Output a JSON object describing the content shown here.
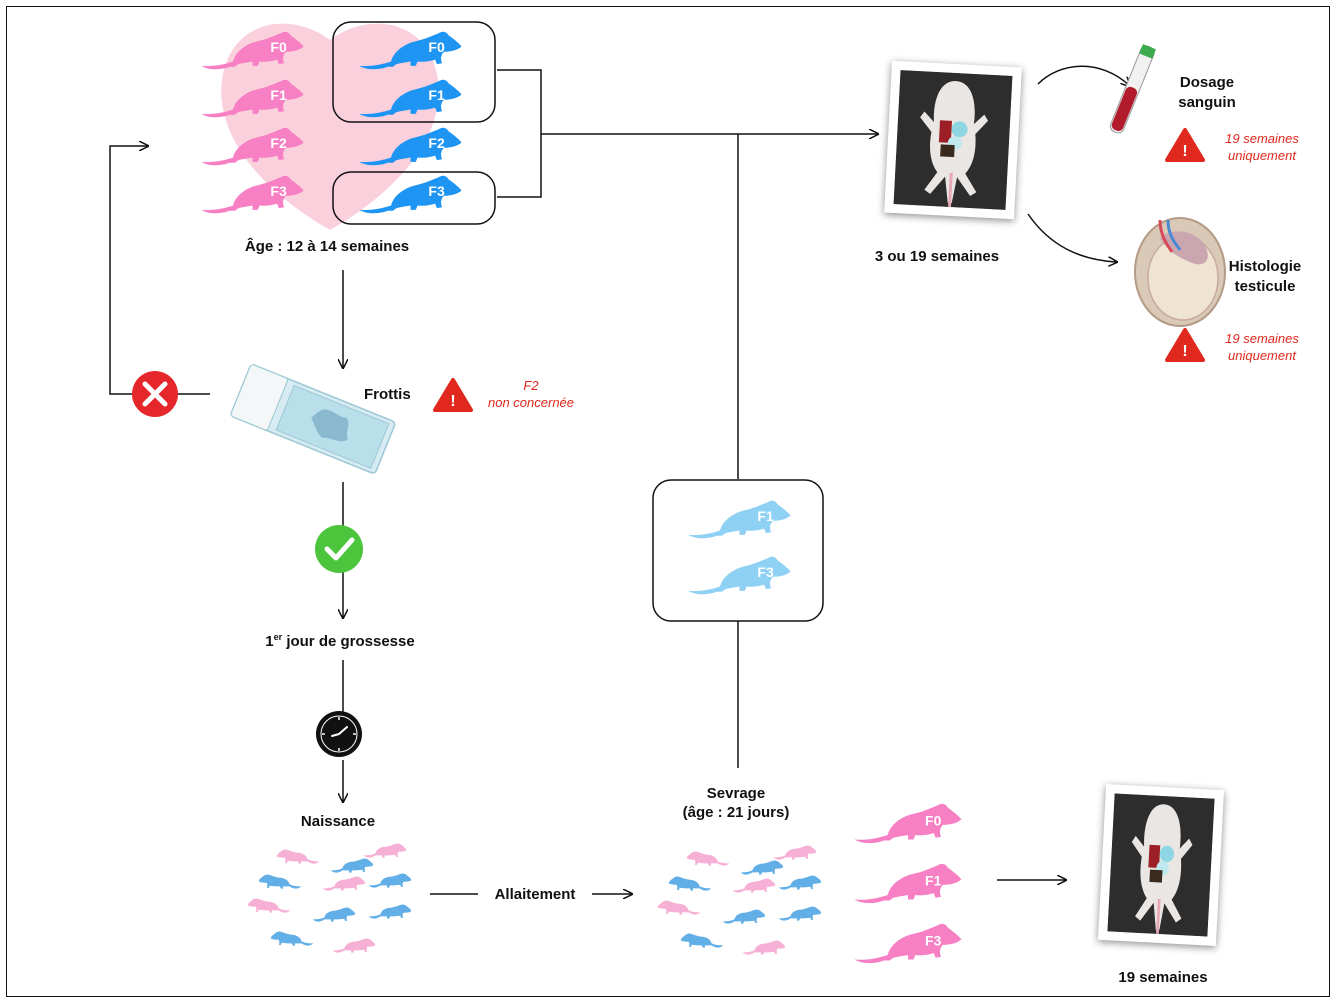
{
  "females": [
    "F0",
    "F1",
    "F2",
    "F3"
  ],
  "males": [
    "F0",
    "F1",
    "F2",
    "F3"
  ],
  "weaned_males": [
    "F1",
    "F3"
  ],
  "weaned_females": [
    "F0",
    "F1",
    "F3"
  ],
  "labels": {
    "age_mating": "Âge : 12 à 14 semaines",
    "smear": "Frottis",
    "smear_note_1": "F2",
    "smear_note_2": "non concernée",
    "pregnancy_ordinal": "1",
    "pregnancy_sup": "er",
    "pregnancy_rest": " jour de grossesse",
    "birth": "Naissance",
    "nursing": "Allaitement",
    "weaning_1": "Sevrage",
    "weaning_2": "(âge : 21 jours)",
    "dissection_age": "3 ou 19 semaines",
    "blood_1": "Dosage",
    "blood_2": "sanguin",
    "blood_note_1": "19 semaines",
    "blood_note_2": "uniquement",
    "histo_1": "Histologie",
    "histo_2": "testicule",
    "histo_note_1": "19 semaines",
    "histo_note_2": "uniquement",
    "final_age": "19 semaines"
  },
  "colors": {
    "female": "#f77fc4",
    "male": "#1e95f2",
    "male_light": "#8fd0f5",
    "heart": "#fbd0dd",
    "warning": "#e0281e",
    "reject": "#e5262b",
    "accept": "#4cc43c"
  }
}
